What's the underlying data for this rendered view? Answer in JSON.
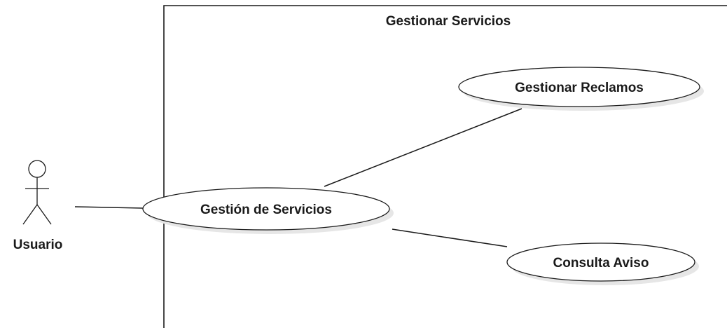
{
  "system": {
    "title": "Gestionar Servicios"
  },
  "actor": {
    "label": "Usuario"
  },
  "use_cases": {
    "gestion": {
      "label": "Gestión de Servicios"
    },
    "reclamos": {
      "label": "Gestionar Reclamos"
    },
    "aviso": {
      "label": "Consulta Aviso"
    }
  }
}
